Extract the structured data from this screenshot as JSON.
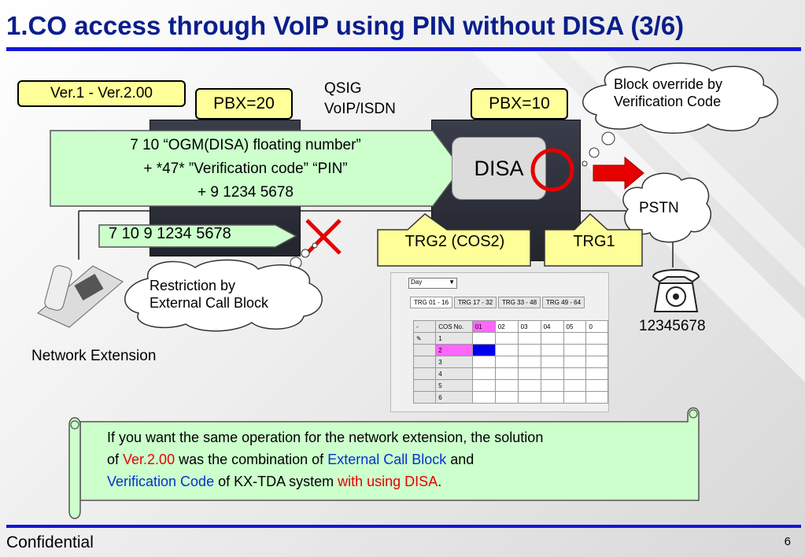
{
  "title": "1.CO access through VoIP using PIN without DISA (3/6)",
  "version_label": "Ver.1 - Ver.2.00",
  "pbx_left": "PBX=20",
  "pbx_right": "PBX=10",
  "link_label_line1": "QSIG",
  "link_label_line2": "VoIP/ISDN",
  "dial_arrow": {
    "line1": "7 10 “OGM(DISA) floating number”",
    "line2": "+ *47* ”Verification code” “PIN”",
    "line3": "+ 9 1234 5678"
  },
  "disa_label": "DISA",
  "direct_dial": "7 10 9 1234 5678",
  "block_override_line1": "Block override by",
  "block_override_line2": "Verification Code",
  "pstn_label": "PSTN",
  "trg2_label": "TRG2 (COS2)",
  "trg1_label": "TRG1",
  "restriction_line1": "Restriction by",
  "restriction_line2": "External Call Block",
  "network_extension": "Network Extension",
  "phone_number": "12345678",
  "cos_grid": {
    "mode": "Day",
    "tabs": [
      "TRG 01 - 16",
      "TRG 17 - 32",
      "TRG 33 - 48",
      "TRG 49 - 64"
    ],
    "header_dash": "-",
    "header_cos": "COS No.",
    "columns": [
      "01",
      "02",
      "03",
      "04",
      "05",
      "0"
    ],
    "rows": [
      "1",
      "2",
      "3",
      "4",
      "5",
      "6"
    ]
  },
  "note": {
    "p1": "If you want the same operation for the network extension, the solution",
    "p2a": "of ",
    "p2b": "Ver.2.00",
    "p2c": " was the combination of ",
    "p2d": "External Call Block",
    "p2e": " and",
    "p3a": "Verification Code",
    "p3b": " of KX-TDA system ",
    "p3c": "with using DISA",
    "p3d": "."
  },
  "footer": "Confidential",
  "page_number": "6",
  "colors": {
    "title": "#0a1e8c",
    "rule": "#1616d8",
    "highlight_box": "#ffff99",
    "arrow_green": "#ccffcc",
    "red": "#e60000",
    "blue_text": "#0033cc"
  }
}
